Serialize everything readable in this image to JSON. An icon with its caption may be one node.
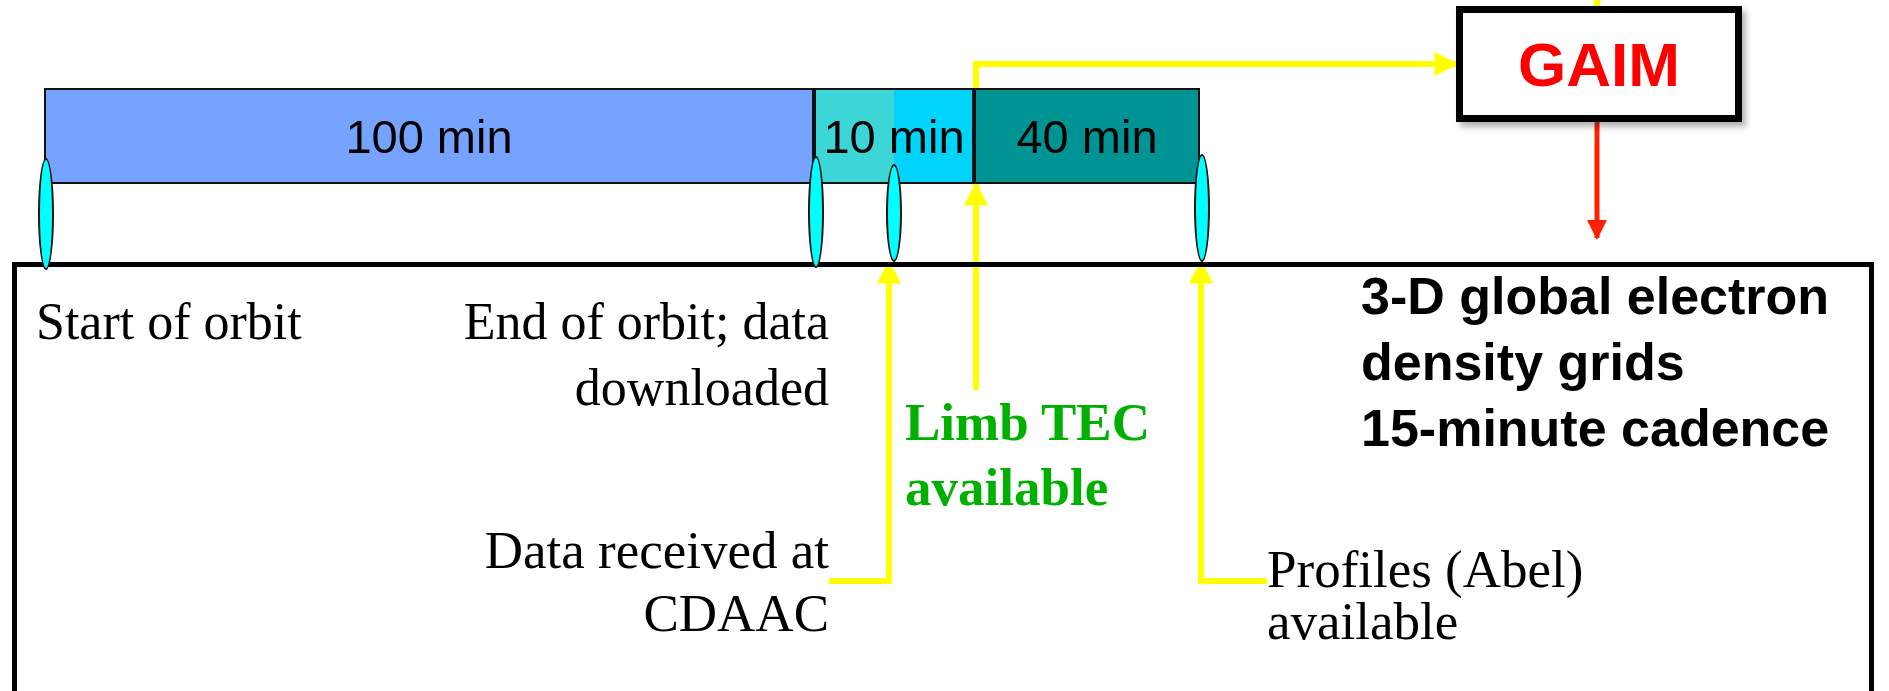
{
  "diagram": {
    "nodes": [
      {
        "text": [
          "100 min"
        ]
      },
      {
        "text": [
          "10 min"
        ]
      },
      {
        "text": [
          "40 min"
        ]
      },
      {
        "text": [
          "GAIM"
        ]
      },
      {
        "text": [],
        "shape": "ellipse",
        "beside": [
          "Start of orbit"
        ]
      },
      {
        "text": [],
        "shape": "ellipse",
        "beside": [
          "End of orbit; data downloaded"
        ]
      },
      {
        "text": [],
        "shape": "ellipse"
      },
      {
        "text": [],
        "shape": "ellipse"
      },
      {
        "text": [],
        "shape": "box"
      },
      {
        "text": [
          "3-D global electron density grids 15-minute cadence"
        ],
        "in": 8
      },
      {
        "text": [
          "Limb TEC available"
        ],
        "in": 8
      },
      {
        "text": [
          "Data received at CDAAC"
        ],
        "in": 8
      },
      {
        "text": [
          "Profiles (Abel) available"
        ],
        "in": 8
      }
    ],
    "edges": [
      {
        "from": 11,
        "to": 6,
        "arrow": "to"
      },
      {
        "from": 12,
        "to": 7,
        "arrow": "to"
      },
      {
        "from": 10,
        "to": 2,
        "arrow": "to"
      },
      {
        "from": 2,
        "to": 3,
        "arrow": "to"
      },
      {
        "from": null,
        "to": 3,
        "arrow": "to"
      },
      {
        "from": 3,
        "to": 9,
        "arrow": "to",
        "color": "#ff2000"
      }
    ]
  }
}
